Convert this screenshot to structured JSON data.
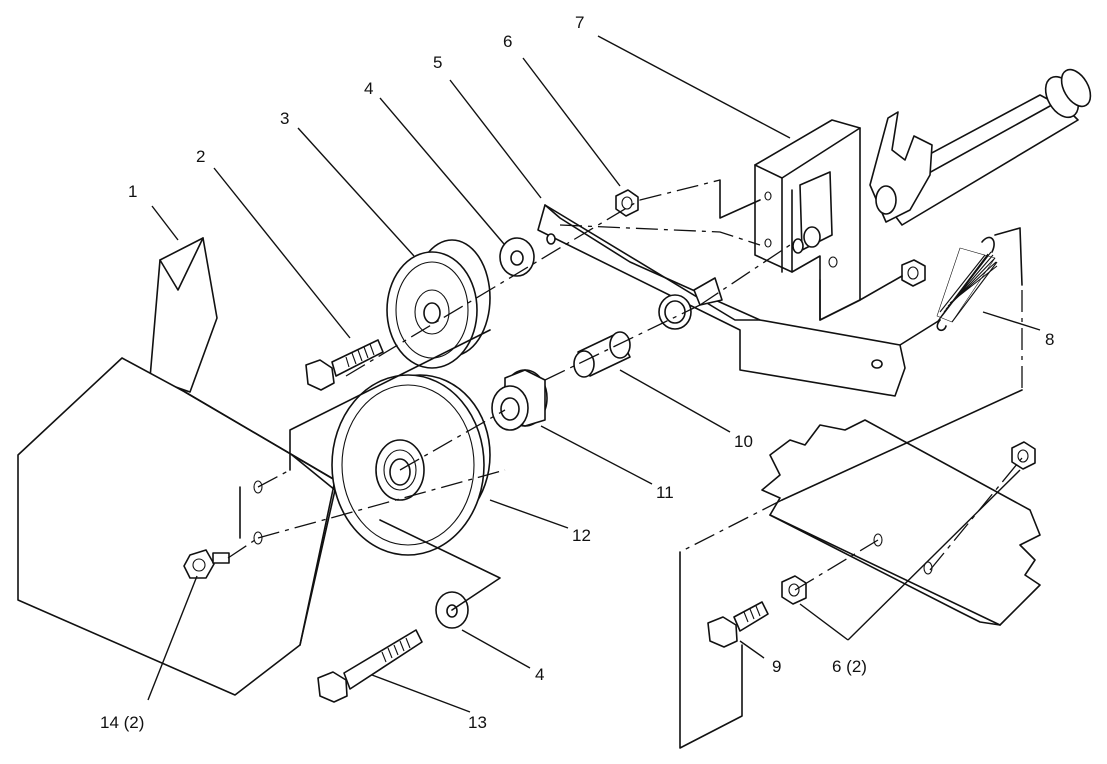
{
  "callouts": [
    {
      "id": "c1",
      "label": "1"
    },
    {
      "id": "c2",
      "label": "2"
    },
    {
      "id": "c3",
      "label": "3"
    },
    {
      "id": "c4a",
      "label": "4"
    },
    {
      "id": "c5",
      "label": "5"
    },
    {
      "id": "c6a",
      "label": "6"
    },
    {
      "id": "c7",
      "label": "7"
    },
    {
      "id": "c8",
      "label": "8"
    },
    {
      "id": "c10",
      "label": "10"
    },
    {
      "id": "c11",
      "label": "11"
    },
    {
      "id": "c12",
      "label": "12"
    },
    {
      "id": "c4b",
      "label": "4"
    },
    {
      "id": "c13",
      "label": "13"
    },
    {
      "id": "c14",
      "label": "14 (2)"
    },
    {
      "id": "c9",
      "label": "9"
    },
    {
      "id": "c6b",
      "label": "6 (2)"
    }
  ]
}
